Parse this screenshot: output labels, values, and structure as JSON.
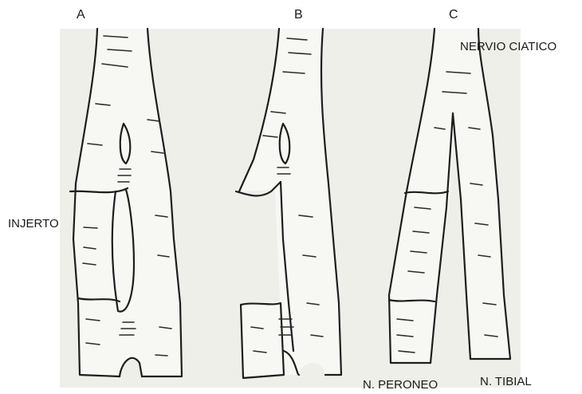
{
  "panels": {
    "a": {
      "label": "A"
    },
    "b": {
      "label": "B"
    },
    "c": {
      "label": "C"
    }
  },
  "labels": {
    "graft": "INJERTO",
    "sciatic": "NERVIO CIATICO",
    "peroneal": "N. PERONEO",
    "tibial": "N. TIBIAL"
  },
  "colors": {
    "background": "#efefe9",
    "nerve_fill": "#f7f7f4",
    "ink": "#1d1d1d"
  }
}
